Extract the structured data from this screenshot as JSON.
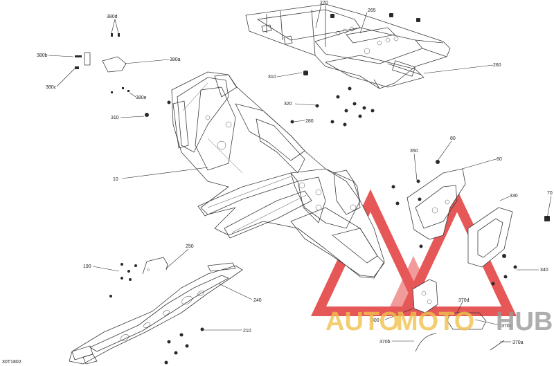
{
  "diagram_code": "30T1802",
  "colors": {
    "line": "#3a3a3a",
    "label": "#222222",
    "watermark_red": "#e23a3a",
    "watermark_gold": "#f2c14e",
    "watermark_gray": "#9a9a9a"
  },
  "watermark": {
    "word_1": "AUTO",
    "word_2": "MOTO",
    "word_3": "HUB"
  },
  "callouts": {
    "c10": "10",
    "c60": "60",
    "c70": "70",
    "c80": "80",
    "c190": "190",
    "c210": "210",
    "c240": "240",
    "c250": "250",
    "c260": "260",
    "c265": "265",
    "c270": "270",
    "c280": "280",
    "c300": "300",
    "c310a": "310",
    "c310b": "310",
    "c320": "320",
    "c330": "330",
    "c340": "340",
    "c350": "350",
    "c370a": "370a",
    "c370b": "370b",
    "c370c": "370c",
    "c370d": "370d",
    "c380a": "380a",
    "c380b": "380b",
    "c380c": "380c",
    "c380d": "380d",
    "c380e": "380e"
  }
}
